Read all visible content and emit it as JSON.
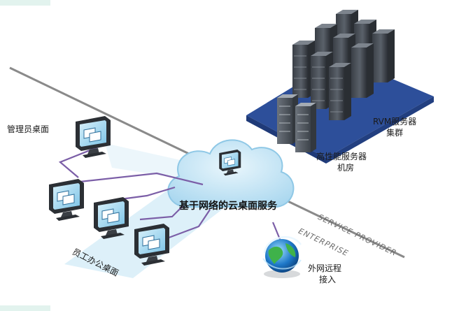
{
  "labels": {
    "admin_desktop": "管理员桌面",
    "staff_desktop": "员工办公桌面",
    "cloud_service": "基于网络的云桌面服务",
    "rvm_cluster_line1": "RVM服务器",
    "rvm_cluster_line2": "集群",
    "server_room_line1": "高性能服务器",
    "server_room_line2": "机房",
    "remote_access_line1": "外网远程",
    "remote_access_line2": "接入",
    "zone_service_provider": "SERVICE PROVIDER",
    "zone_enterprise": "ENTERPRISE"
  },
  "icons": {
    "admin": "monitor-icon",
    "staff": "monitor-icon",
    "cloud": "cloud-icon",
    "server": "server-rack-icon",
    "remote": "globe-icon"
  },
  "colors": {
    "platform": "#2d4f9a",
    "cloud": "#bfe3f4",
    "cloud_edge": "#8fc8e6",
    "network_line": "#7b5ea7",
    "boundary_line": "#8a8a8a",
    "server_body": "#4a5058",
    "corner_accent": "#e2f3ee"
  }
}
